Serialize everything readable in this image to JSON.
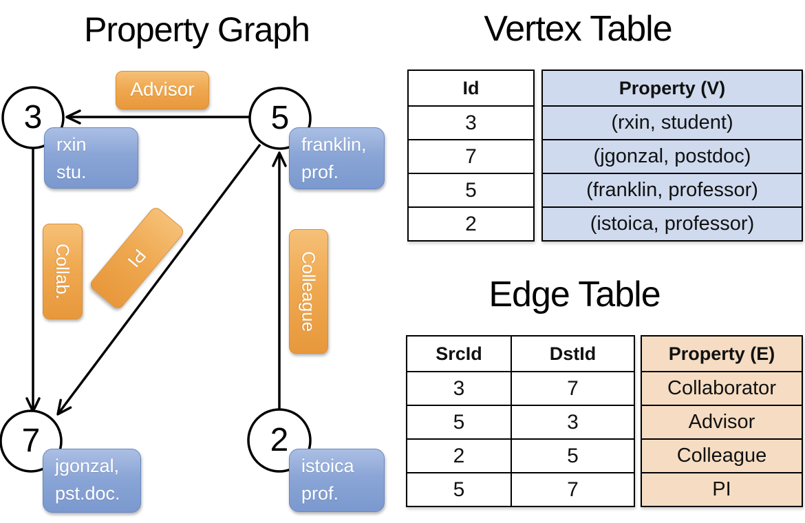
{
  "graph": {
    "title": "Property Graph",
    "nodes": [
      {
        "id": "3",
        "prop_line1": "rxin",
        "prop_line2": "stu."
      },
      {
        "id": "5",
        "prop_line1": "franklin,",
        "prop_line2": "prof."
      },
      {
        "id": "7",
        "prop_line1": "jgonzal,",
        "prop_line2": "pst.doc."
      },
      {
        "id": "2",
        "prop_line1": "istoica",
        "prop_line2": "prof."
      }
    ],
    "edge_labels": {
      "advisor": "Advisor",
      "collab": "Collab.",
      "pi": "PI",
      "colleague": "Colleague"
    }
  },
  "vertex_table": {
    "title": "Vertex Table",
    "columns": {
      "id": "Id",
      "property": "Property (V)"
    },
    "rows": [
      {
        "id": "3",
        "property": "(rxin, student)"
      },
      {
        "id": "7",
        "property": "(jgonzal, postdoc)"
      },
      {
        "id": "5",
        "property": "(franklin, professor)"
      },
      {
        "id": "2",
        "property": "(istoica, professor)"
      }
    ]
  },
  "edge_table": {
    "title": "Edge Table",
    "columns": {
      "src": "SrcId",
      "dst": "DstId",
      "property": "Property (E)"
    },
    "rows": [
      {
        "src": "3",
        "dst": "7",
        "property": "Collaborator"
      },
      {
        "src": "5",
        "dst": "3",
        "property": "Advisor"
      },
      {
        "src": "2",
        "dst": "5",
        "property": "Colleague"
      },
      {
        "src": "5",
        "dst": "7",
        "property": "PI"
      }
    ]
  },
  "colors": {
    "node_label_blue": "#7b99cf",
    "edge_label_orange": "#eda04a",
    "vertex_cell_blue": "#cfdaee",
    "edge_cell_orange": "#f5dcc2",
    "line_black": "#000000"
  }
}
